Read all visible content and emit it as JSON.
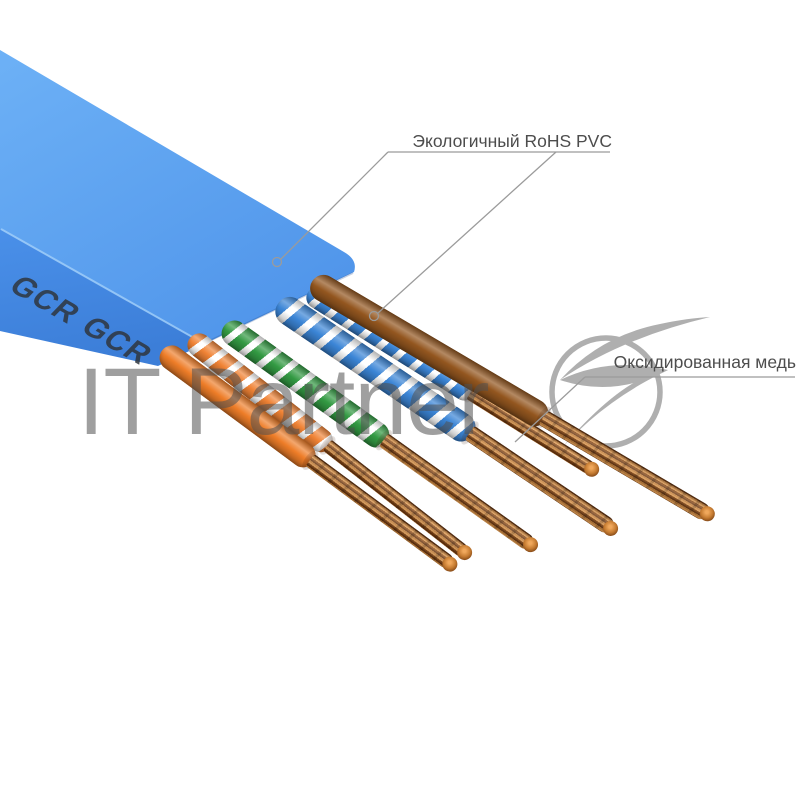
{
  "product": {
    "brand": "GCR",
    "description": "flat blue network patch cable with exposed twisted-pair wires and copper strands",
    "jacket": {
      "top_face_color": "#5ba1f1",
      "front_face_color": "#4689e4"
    },
    "wires": [
      {
        "name": "brown-wire",
        "color": "#93561f",
        "stripe": ""
      },
      {
        "name": "blue-white-wire-2",
        "color": "#3b85d6",
        "stripe": "#ffffff"
      },
      {
        "name": "blue-white-wire",
        "color": "#3b85d6",
        "stripe": "#ffffff"
      },
      {
        "name": "green-white-wire",
        "color": "#339a43",
        "stripe": "#ffffff"
      },
      {
        "name": "orange-white-wire",
        "color": "#f08335",
        "stripe": "#ffffff"
      },
      {
        "name": "orange-wire",
        "color": "#ee7d28",
        "stripe": ""
      }
    ],
    "copper_color": "#c77f35"
  },
  "annotations": {
    "jacket_label": "Экологичный RoHS PVC",
    "copper_label": "Оксидированная медь",
    "line_color": "#9b9b9b",
    "markers": [
      "callout-ring-on-jacket",
      "callout-ring-on-wire"
    ]
  },
  "watermark": {
    "text": "IT Partner",
    "logo": "it-partner-swoosh-circle-logo",
    "color": "#9b9b9b"
  }
}
